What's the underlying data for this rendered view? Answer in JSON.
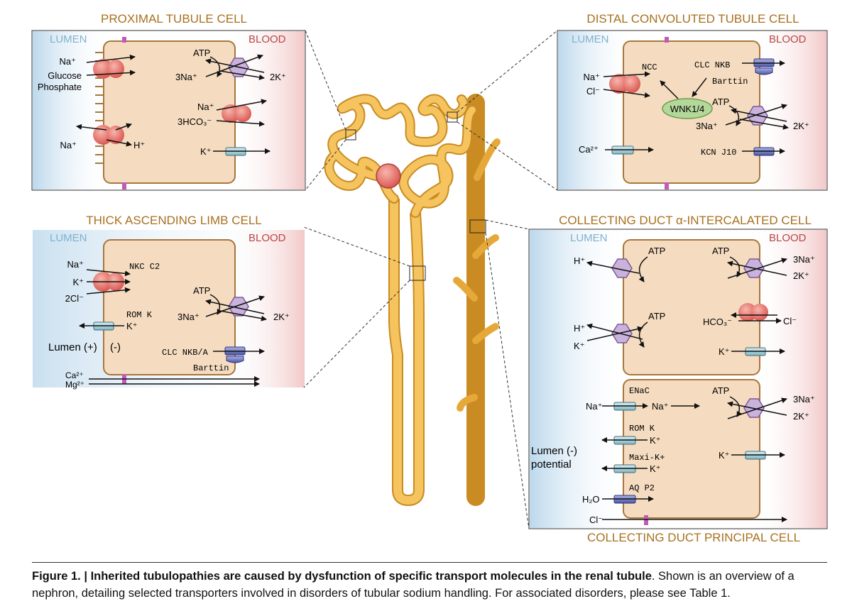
{
  "panels": {
    "proximal": {
      "title": "PROXIMAL TUBULE CELL",
      "lumen": "LUMEN",
      "blood": "BLOOD",
      "labels": {
        "na1": "Na⁺",
        "glucose": "Glucose",
        "phosphate": "Phosphate",
        "atp": "ATP",
        "na3": "3Na⁺",
        "k2": "2K⁺",
        "na2": "Na⁺",
        "hco3": "3HCO₃⁻",
        "na_ex": "Na⁺",
        "h": "H⁺",
        "k": "K⁺"
      }
    },
    "dct": {
      "title": "DISTAL CONVOLUTED TUBULE CELL",
      "lumen": "LUMEN",
      "blood": "BLOOD",
      "labels": {
        "ncc": "NCC",
        "clcnkb": "CLC NKB",
        "barttin": "Barttin",
        "na": "Na⁺",
        "cl": "Cl⁻",
        "wnk": "WNK1/4",
        "atp": "ATP",
        "na3": "3Na⁺",
        "k2": "2K⁺",
        "ca": "Ca²⁺",
        "kcnj10": "KCN J10"
      }
    },
    "tal": {
      "title": "THICK ASCENDING LIMB CELL",
      "lumen": "LUMEN",
      "blood": "BLOOD",
      "labels": {
        "na": "Na⁺",
        "k": "K⁺",
        "cl2": "2Cl⁻",
        "nkcc2": "NKC C2",
        "atp": "ATP",
        "na3": "3Na⁺",
        "k2": "2K⁺",
        "romk": "ROM K",
        "k_romk": "K⁺",
        "lumen_pot": "Lumen (+)",
        "minus": "(-)",
        "clcnkba": "CLC NKB/A",
        "barttin": "Barttin",
        "ca": "Ca²⁺",
        "mg": "Mg²⁺"
      }
    },
    "cd": {
      "title": "COLLECTING DUCT α-INTERCALATED CELL",
      "subtitle": "COLLECTING DUCT PRINCIPAL CELL",
      "lumen": "LUMEN",
      "blood": "BLOOD",
      "labels": {
        "h1": "H⁺",
        "atp1": "ATP",
        "atp2": "ATP",
        "na3a": "3Na⁺",
        "k2a": "2K⁺",
        "h2": "H⁺",
        "k_ic": "K⁺",
        "atp3": "ATP",
        "hco3": "HCO₃⁻",
        "cl_ic": "Cl⁻",
        "k_bl": "K⁺",
        "enac": "ENaC",
        "na_l": "Na⁺",
        "na_r": "Na⁺",
        "atp4": "ATP",
        "na3b": "3Na⁺",
        "k2b": "2K⁺",
        "romk": "ROM K",
        "k_romk": "K⁺",
        "lumen_pot1": "Lumen (-)",
        "lumen_pot2": "potential",
        "k_bl2": "K⁺",
        "maxik": "Maxi-K+",
        "k_maxik": "K⁺",
        "aqp2": "AQ P2",
        "h2o": "H₂O",
        "cl": "Cl⁻"
      }
    }
  },
  "caption": {
    "lead": "Figure 1. | ",
    "bold": "Inherited tubulopathies are caused by dysfunction of specific transport molecules in the renal tubule",
    "rest": ". Shown is an overview of a nephron, detailing selected transporters involved in disorders of tubular sodium handling. For associated disorders, please see Table 1."
  },
  "colors": {
    "cell_fill": "#f5dcc0",
    "cell_stroke": "#a8763d",
    "title": "#a8701f",
    "lumen_text": "#7fb1cf",
    "blood_text": "#b94545",
    "pump": "#c9b3dd",
    "cotransporter": "#e8706a",
    "channel": "#a9d3dc",
    "channel_blue": "#7d86c9",
    "wnk": "#b4d89a",
    "tubule": "#f0b84a"
  }
}
